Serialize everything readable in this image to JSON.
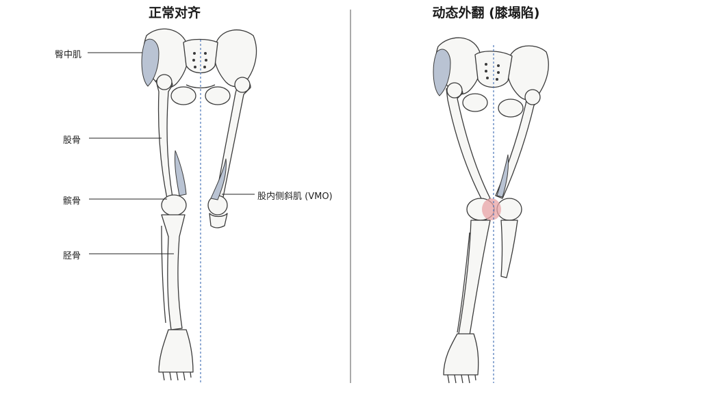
{
  "panels": {
    "left": {
      "title": "正常对齐"
    },
    "right": {
      "title": "动态外翻 (膝塌陷)"
    }
  },
  "labels": {
    "gluteus_medius": "臀中肌",
    "femur": "股骨",
    "patella": "髌骨",
    "tibia": "胫骨",
    "vmo": "股内侧斜肌 (VMO)"
  },
  "colors": {
    "bone_fill": "#f7f7f5",
    "bone_stroke": "#3a3a3a",
    "muscle": "#b9c3d3",
    "stress_highlight": "#e8a3a6",
    "alignment_line": "#4a74b8",
    "divider": "#555555"
  }
}
